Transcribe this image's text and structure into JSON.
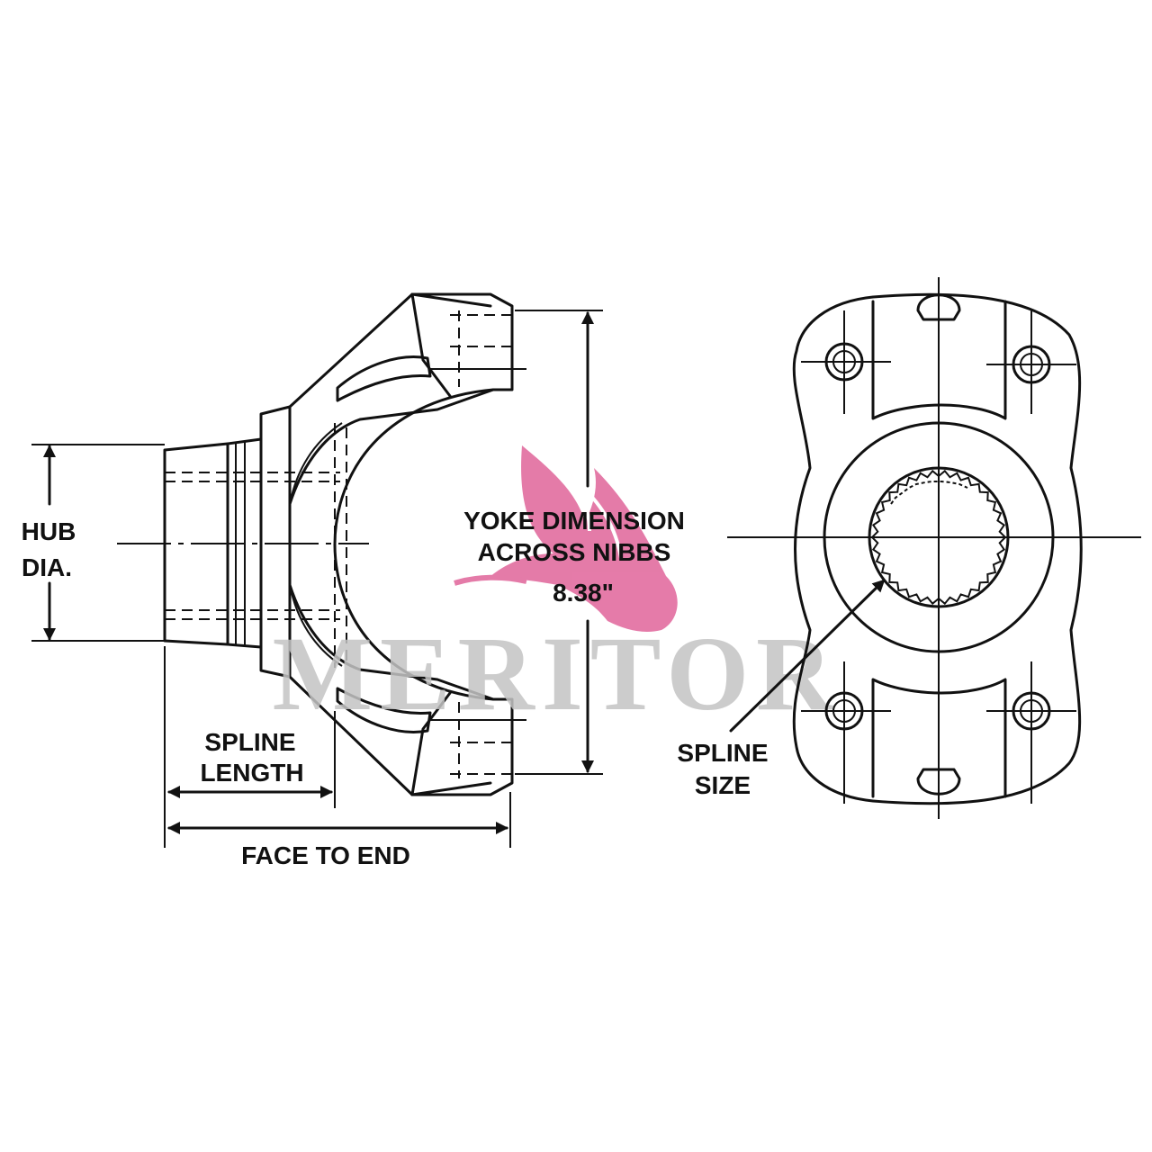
{
  "labels": {
    "hub_dia_line1": "HUB",
    "hub_dia_line2": "DIA.",
    "spline_length_line1": "SPLINE",
    "spline_length_line2": "LENGTH",
    "face_to_end": "FACE TO END",
    "yoke_dim_line1": "YOKE DIMENSION",
    "yoke_dim_line2": "ACROSS NIBBS",
    "yoke_dim_value": "8.38\"",
    "spline_size_line1": "SPLINE",
    "spline_size_line2": "SIZE"
  },
  "watermark": {
    "brand": "MERITOR",
    "logo_icon": "bull-head-icon",
    "logo_color": "#e0649a",
    "text_color": "#c4c4c4"
  },
  "colors": {
    "line": "#111111",
    "background": "#ffffff"
  }
}
